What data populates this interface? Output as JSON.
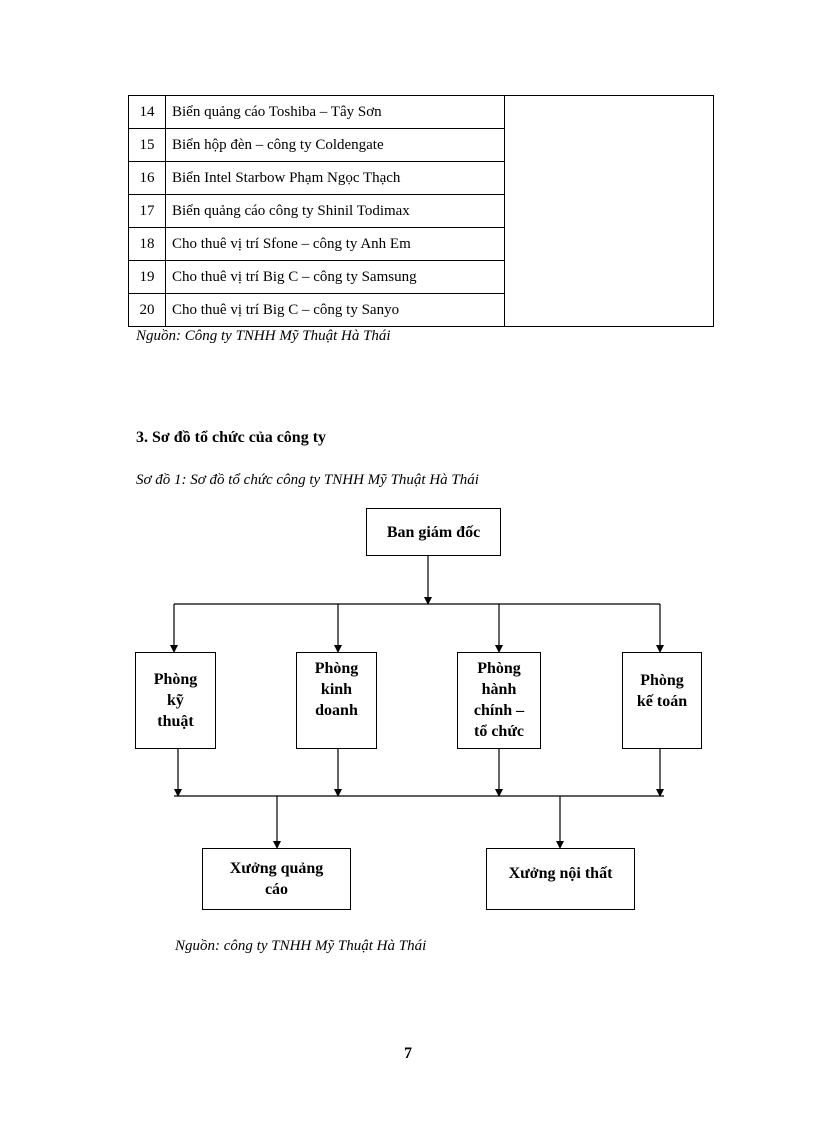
{
  "table": {
    "rows": [
      {
        "num": "14",
        "name": "Biển quảng cáo Toshiba – Tây Sơn"
      },
      {
        "num": "15",
        "name": "Biển hộp đèn – công ty Coldengate"
      },
      {
        "num": "16",
        "name": "Biển Intel Starbow Phạm Ngọc Thạch"
      },
      {
        "num": "17",
        "name": "Biển quảng cáo công ty Shinil Todimax"
      },
      {
        "num": "18",
        "name": "Cho thuê vị trí Sfone – công ty Anh Em"
      },
      {
        "num": "19",
        "name": "Cho thuê vị trí Big C – công ty Samsung"
      },
      {
        "num": "20",
        "name": "Cho thuê vị trí Big C – công ty Sanyo"
      }
    ]
  },
  "table_source": "Nguồn: Công ty TNHH Mỹ Thuật Hà Thái",
  "section_heading": "3. Sơ đồ tổ chức của công ty",
  "diagram_caption": "Sơ đồ 1: Sơ đồ tổ chức công ty TNHH Mỹ Thuật Hà Thái",
  "org_chart": {
    "top": "Ban giám đốc",
    "departments": [
      {
        "lines": [
          "Phòng",
          "kỹ",
          "thuật"
        ]
      },
      {
        "lines": [
          "Phòng",
          "kinh",
          "doanh"
        ]
      },
      {
        "lines": [
          "Phòng",
          "hành",
          "chính –",
          "tổ chức"
        ]
      },
      {
        "lines": [
          "Phòng",
          "kế toán"
        ]
      }
    ],
    "workshops": [
      {
        "lines": [
          "Xưởng quảng",
          "cáo"
        ]
      },
      {
        "lines": [
          "Xưởng nội thất"
        ]
      }
    ]
  },
  "diagram_source": "Nguồn: công ty TNHH Mỹ Thuật Hà Thái",
  "page_number": "7"
}
